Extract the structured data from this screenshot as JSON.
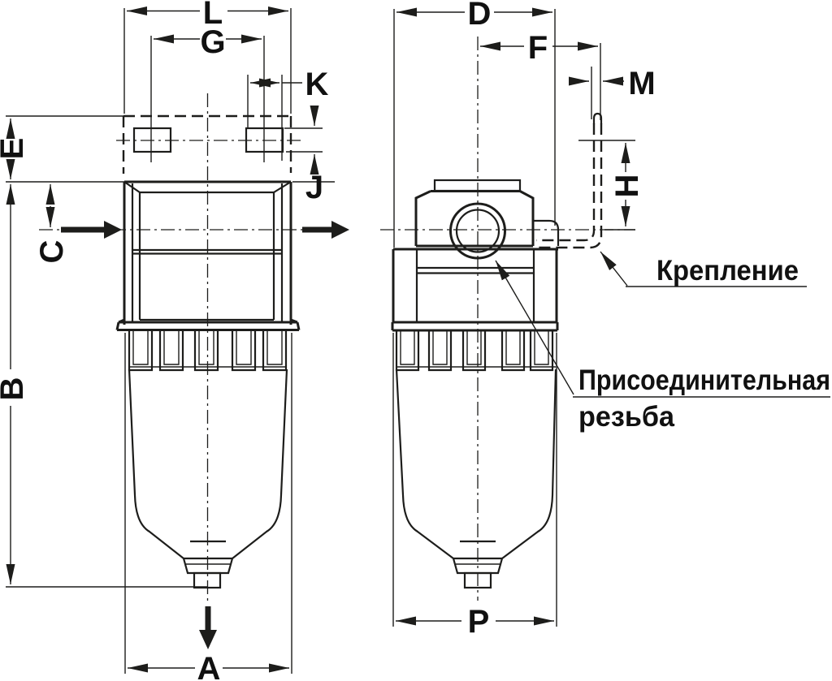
{
  "drawing": {
    "title": "filter-dimension-drawing",
    "colors": {
      "line": "#1d1d1b",
      "background": "#ffffff"
    },
    "dims": {
      "L": "L",
      "G": "G",
      "K": "K",
      "E": "E",
      "J": "J",
      "C": "C",
      "B": "B",
      "A": "A",
      "D": "D",
      "F": "F",
      "M": "M",
      "H": "H",
      "P": "P"
    },
    "annotations": {
      "mounting": "Крепление",
      "thread_line1": "Присоединительная",
      "thread_line2": "резьба"
    }
  }
}
